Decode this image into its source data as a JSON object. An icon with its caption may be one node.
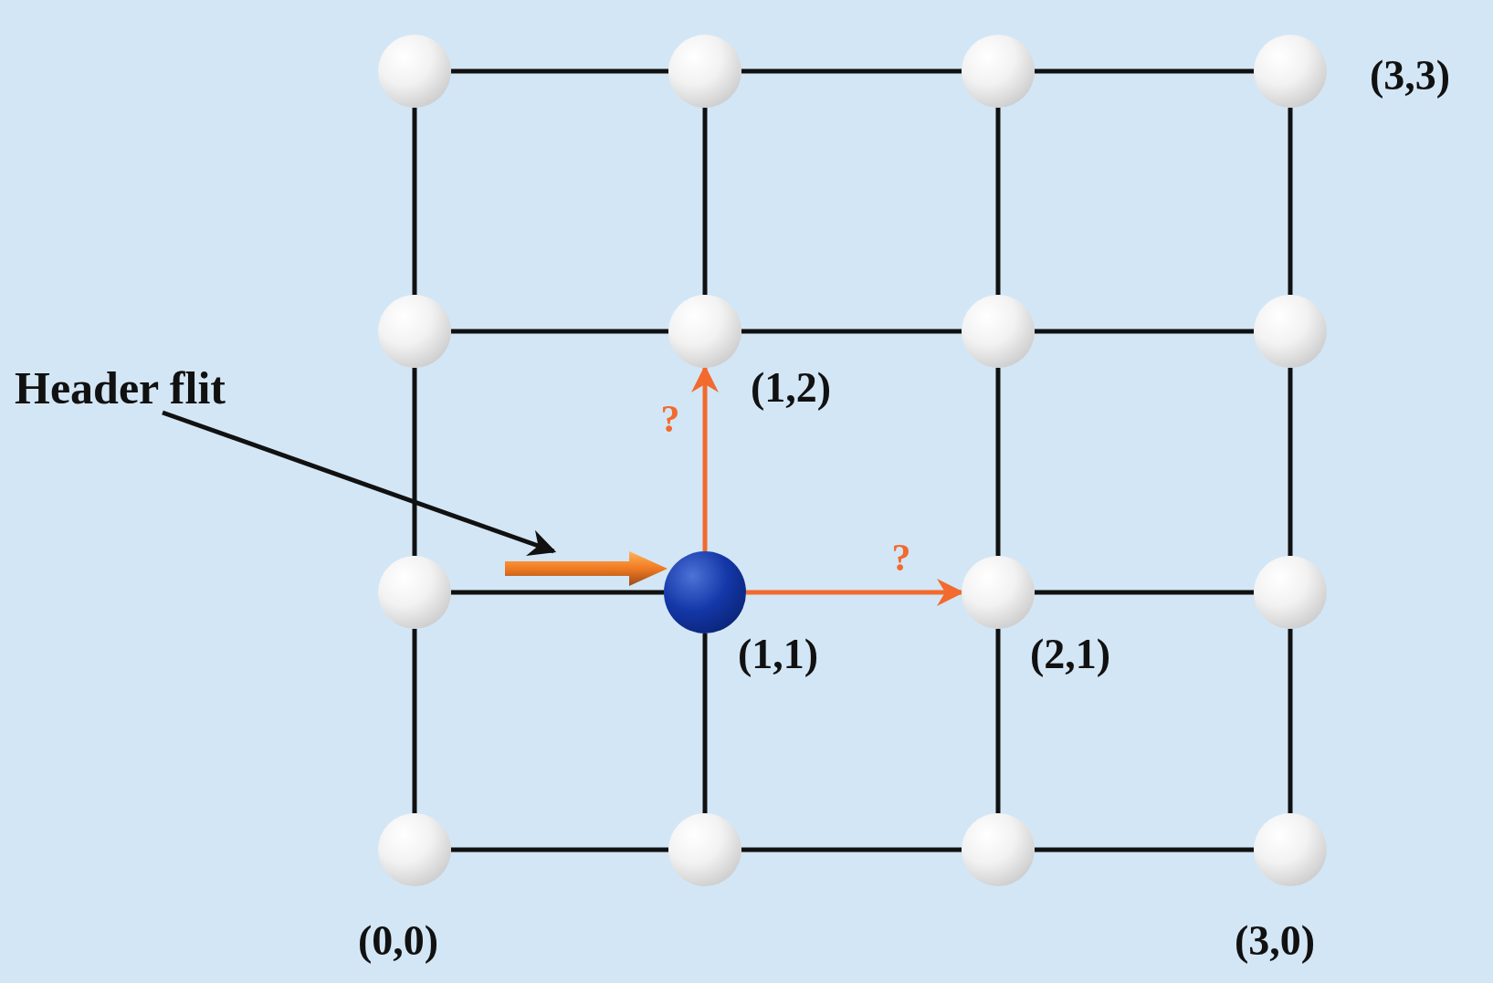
{
  "diagram": {
    "nodes": [
      {
        "text": [],
        "shape": "circle"
      },
      {
        "text": [],
        "shape": "circle"
      },
      {
        "text": [],
        "shape": "circle"
      },
      {
        "text": [],
        "shape": "circle",
        "beside": [
          "(3,3)"
        ]
      },
      {
        "text": [],
        "shape": "circle"
      },
      {
        "text": [],
        "shape": "circle",
        "beside": [
          "(1,2)"
        ]
      },
      {
        "text": [],
        "shape": "circle"
      },
      {
        "text": [],
        "shape": "circle"
      },
      {
        "text": [],
        "shape": "circle"
      },
      {
        "text": [],
        "shape": "circle",
        "beside": [
          "(1,1)"
        ]
      },
      {
        "text": [],
        "shape": "circle",
        "beside": [
          "(2,1)"
        ]
      },
      {
        "text": [],
        "shape": "circle"
      },
      {
        "text": [],
        "shape": "circle",
        "beside": [
          "(0,0)"
        ]
      },
      {
        "text": [],
        "shape": "circle"
      },
      {
        "text": [],
        "shape": "circle"
      },
      {
        "text": [],
        "shape": "circle",
        "beside": [
          "(3,0)"
        ]
      },
      {
        "text": [
          "Header flit"
        ]
      },
      {
        "text": [],
        "shape": "arrow"
      }
    ],
    "edges": [
      {
        "from": 0,
        "to": 1,
        "arrow": "none"
      },
      {
        "from": 1,
        "to": 2,
        "arrow": "none"
      },
      {
        "from": 2,
        "to": 3,
        "arrow": "none"
      },
      {
        "from": 4,
        "to": 5,
        "arrow": "none"
      },
      {
        "from": 5,
        "to": 6,
        "arrow": "none"
      },
      {
        "from": 6,
        "to": 7,
        "arrow": "none"
      },
      {
        "from": 8,
        "to": 9,
        "arrow": "none"
      },
      {
        "from": 9,
        "to": 10,
        "arrow": "to",
        "color": "#f26a2e",
        "label": "?"
      },
      {
        "from": 10,
        "to": 11,
        "arrow": "none"
      },
      {
        "from": 12,
        "to": 13,
        "arrow": "none"
      },
      {
        "from": 13,
        "to": 14,
        "arrow": "none"
      },
      {
        "from": 14,
        "to": 15,
        "arrow": "none"
      },
      {
        "from": 0,
        "to": 4,
        "arrow": "none"
      },
      {
        "from": 4,
        "to": 8,
        "arrow": "none"
      },
      {
        "from": 8,
        "to": 12,
        "arrow": "none"
      },
      {
        "from": 1,
        "to": 5,
        "arrow": "none"
      },
      {
        "from": 9,
        "to": 5,
        "arrow": "to",
        "color": "#f26a2e",
        "label": "?"
      },
      {
        "from": 9,
        "to": 13,
        "arrow": "none"
      },
      {
        "from": 2,
        "to": 6,
        "arrow": "none"
      },
      {
        "from": 6,
        "to": 10,
        "arrow": "none"
      },
      {
        "from": 10,
        "to": 14,
        "arrow": "none"
      },
      {
        "from": 3,
        "to": 7,
        "arrow": "none"
      },
      {
        "from": 7,
        "to": 11,
        "arrow": "none"
      },
      {
        "from": 11,
        "to": 15,
        "arrow": "none"
      },
      {
        "from": 16,
        "to": 17,
        "arrow": "to"
      }
    ]
  }
}
